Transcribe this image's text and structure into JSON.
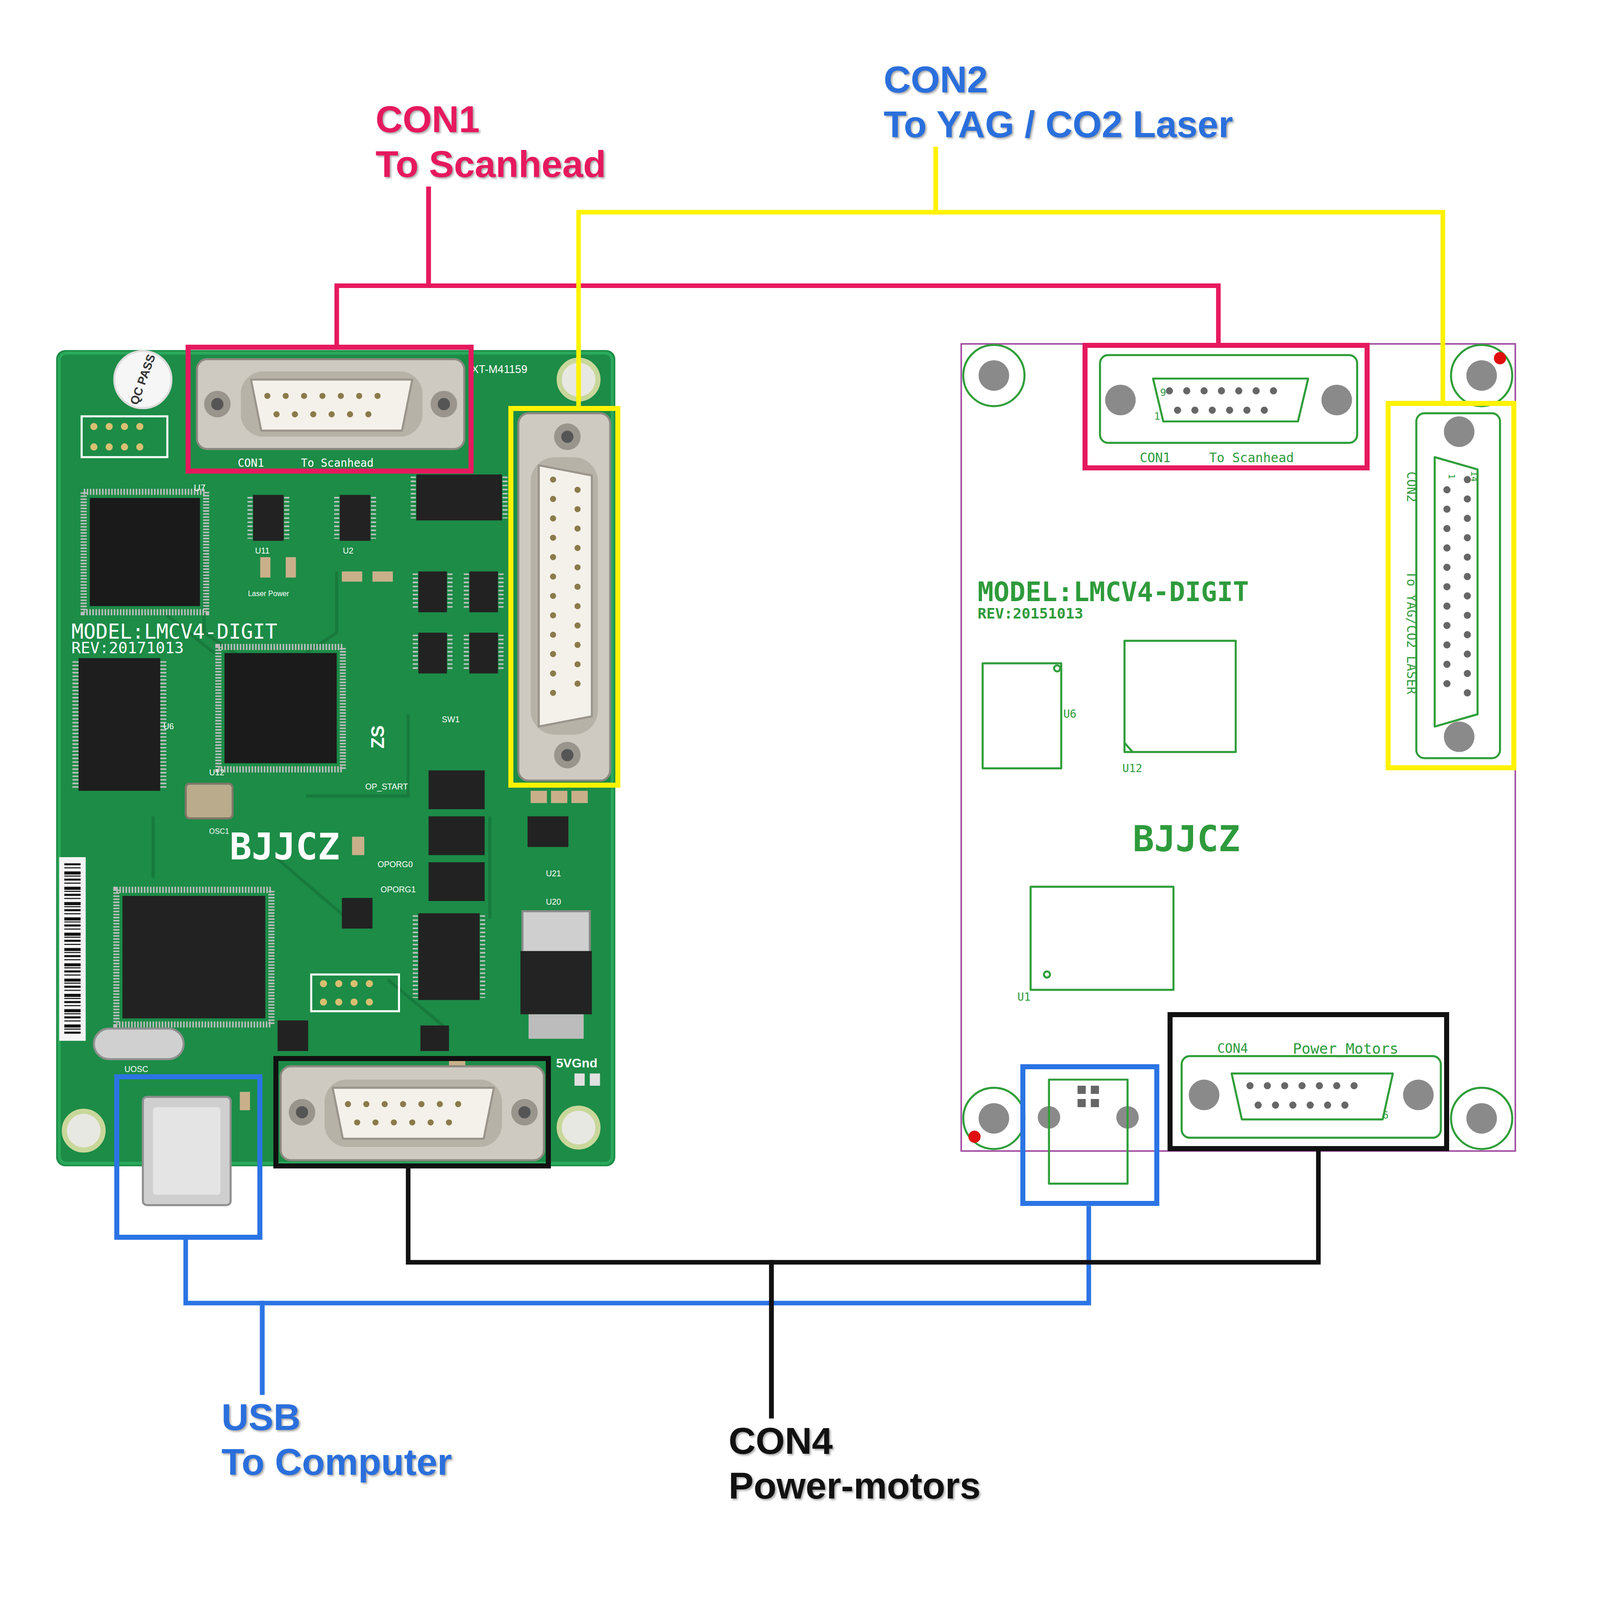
{
  "diagram": {
    "nodes": [
      {
        "text": [
          "CON2",
          "To YAG / CO2 Laser"
        ]
      },
      {
        "text": [
          "CON1",
          "To Scanhead"
        ]
      },
      {
        "text": [
          "QC PASS",
          "XT-M41159",
          "U7",
          "U11",
          "U2",
          "Laser Power",
          "MODEL:LMCV4-DIGIT",
          "REV:20171013",
          "U6",
          "U12",
          "OSC1",
          "ZS",
          "SW1",
          "OP_START",
          "OPORG0",
          "OPORG1",
          "BJJCZ",
          "U21",
          "U20",
          "UOSC",
          "5VGnd"
        ]
      },
      {
        "text": [
          "CON1",
          "To Scanhead"
        ],
        "in": 2
      },
      {
        "text": [],
        "in": 2
      },
      {
        "text": [],
        "in": 2
      },
      {
        "text": [],
        "in": 2
      },
      {
        "text": [
          "MODEL:LMCV4-DIGIT",
          "REV:20151013",
          "U6",
          "U12",
          "BJJCZ",
          "U1"
        ]
      },
      {
        "text": [
          "9",
          "1",
          "CON1",
          "To Scanhead"
        ],
        "in": 7
      },
      {
        "text": [
          "CON2",
          "To YAG/CO2 LASER",
          "1",
          "14"
        ],
        "in": 7
      },
      {
        "text": [
          "CON4",
          "Power_Motors",
          "6"
        ],
        "in": 7
      },
      {
        "text": [],
        "in": 7
      },
      {
        "text": [
          "USB",
          "To Computer"
        ]
      },
      {
        "text": [
          "CON4",
          "Power-motors"
        ]
      }
    ],
    "edges": [
      {
        "from": 3,
        "to": 1,
        "arrow": "none"
      },
      {
        "from": 8,
        "to": 1,
        "arrow": "none"
      },
      {
        "from": 4,
        "to": 0,
        "arrow": "none"
      },
      {
        "from": 9,
        "to": 0,
        "arrow": "none"
      },
      {
        "from": 5,
        "to": 12,
        "arrow": "none"
      },
      {
        "from": 11,
        "to": 12,
        "arrow": "none"
      },
      {
        "from": 6,
        "to": 13,
        "arrow": "none"
      },
      {
        "from": 10,
        "to": 13,
        "arrow": "none"
      }
    ]
  }
}
